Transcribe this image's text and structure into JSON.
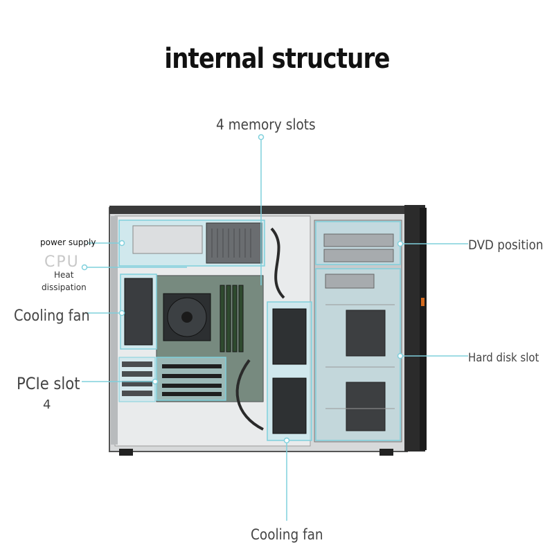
{
  "title": "internal structure",
  "labels": {
    "memory_slots": "4 memory slots",
    "power_supply": "power supply",
    "cpu": "CPU",
    "heat_line1": "Heat",
    "heat_line2": "dissipation",
    "cooling_fan_left": "Cooling fan",
    "pcie_slot": "PCIe slot",
    "pcie_count": "4",
    "dvd_position": "DVD position",
    "hard_disk_slot": "Hard disk slot",
    "cooling_fan_bottom": "Cooling fan"
  },
  "colors": {
    "accent": "#7fd0dc",
    "highlight_fill": "#bfe6ee",
    "chassis_dark": "#2b2b2b",
    "front_accent": "#d2691e"
  }
}
